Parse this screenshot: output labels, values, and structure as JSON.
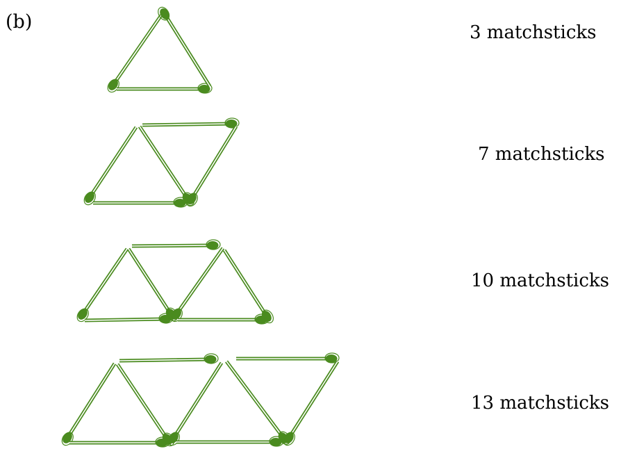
{
  "part_label": "(b)",
  "counts": [
    "3 matchsticks",
    "7 matchsticks",
    "10 matchsticks",
    "13 matchsticks"
  ],
  "colors": {
    "matchstick": "#4a8b1f"
  }
}
